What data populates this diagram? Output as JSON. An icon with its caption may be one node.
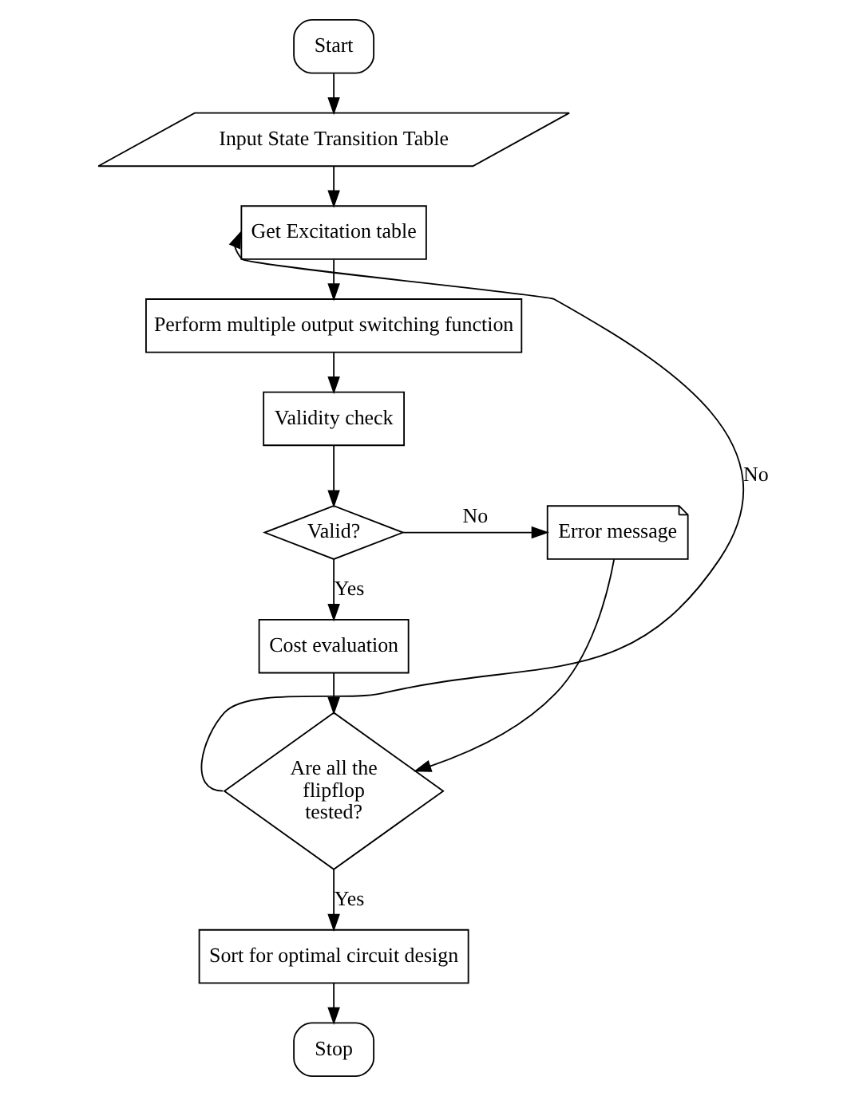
{
  "diagram": {
    "nodes": [
      {
        "text": [
          "Start"
        ]
      },
      {
        "text": [
          "Input State Transition Table"
        ]
      },
      {
        "text": [
          "Get Excitation table"
        ]
      },
      {
        "text": [
          "Perform multiple output switching function"
        ]
      },
      {
        "text": [
          "Validity check"
        ]
      },
      {
        "text": [
          "Valid?"
        ]
      },
      {
        "text": [
          "Error message"
        ]
      },
      {
        "text": [
          "Cost evaluation"
        ]
      },
      {
        "text": [
          "Are all the flipflop tested?"
        ]
      },
      {
        "text": [
          "Sort for optimal circuit design"
        ]
      },
      {
        "text": [
          "Stop"
        ]
      }
    ],
    "edges": [
      {
        "from": 0,
        "to": 1,
        "arrow": "to"
      },
      {
        "from": 1,
        "to": 2,
        "arrow": "to"
      },
      {
        "from": 2,
        "to": 3,
        "arrow": "to"
      },
      {
        "from": 3,
        "to": 4,
        "arrow": "to"
      },
      {
        "from": 4,
        "to": 5,
        "arrow": "to"
      },
      {
        "from": 5,
        "to": 6,
        "arrow": "to",
        "label": "No"
      },
      {
        "from": 5,
        "to": 7,
        "arrow": "to",
        "label": "Yes"
      },
      {
        "from": 7,
        "to": 8,
        "arrow": "to"
      },
      {
        "from": 6,
        "to": 8,
        "arrow": "to"
      },
      {
        "from": 8,
        "to": 2,
        "arrow": "to",
        "label": "No"
      },
      {
        "from": 8,
        "to": 9,
        "arrow": "to",
        "label": "Yes"
      },
      {
        "from": 9,
        "to": 10,
        "arrow": "to"
      }
    ]
  }
}
